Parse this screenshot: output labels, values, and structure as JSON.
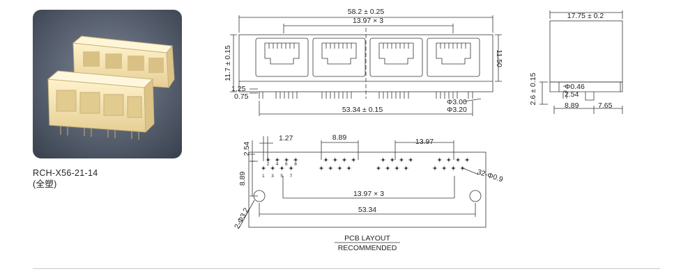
{
  "product": {
    "model": "RCH-X56-21-14",
    "material": "(全塑)"
  },
  "front_view": {
    "overall_width": "58.2 ± 0.25",
    "port_pitch": "13.97 × 3",
    "height": "11.7 ± 0.15",
    "inner_height": "11.50",
    "dim_a": "1.25",
    "dim_b": "0.75",
    "pin_span": "53.34 ± 0.15",
    "dia_1": "Φ3.00",
    "dia_2": "Φ3.20"
  },
  "side_view": {
    "depth": "17.75 ± 0.2",
    "height": "2.6 ± 0.15",
    "pin_dia": "Φ0.46",
    "pitch": "2.54",
    "dim_1": "8.89",
    "dim_2": "7.65"
  },
  "pcb_layout": {
    "row_spacing": "2.54",
    "pin_pitch": "1.27",
    "port_width": "8.89",
    "port_pitch": "13.97",
    "vertical": "8.89",
    "holes": "32-Φ0.9",
    "port_pitch_total": "13.97 × 3",
    "overall": "53.34",
    "mount_holes": "2-Φ3.2",
    "pin_numbers": [
      "1",
      "2",
      "3",
      "4",
      "5",
      "6",
      "7",
      "8"
    ],
    "title_top": "PCB LAYOUT",
    "title_bottom": "RECOMMENDED"
  },
  "colors": {
    "line": "#333333",
    "photo_bg": "#4a5565",
    "connector": "#f3e2b0"
  }
}
